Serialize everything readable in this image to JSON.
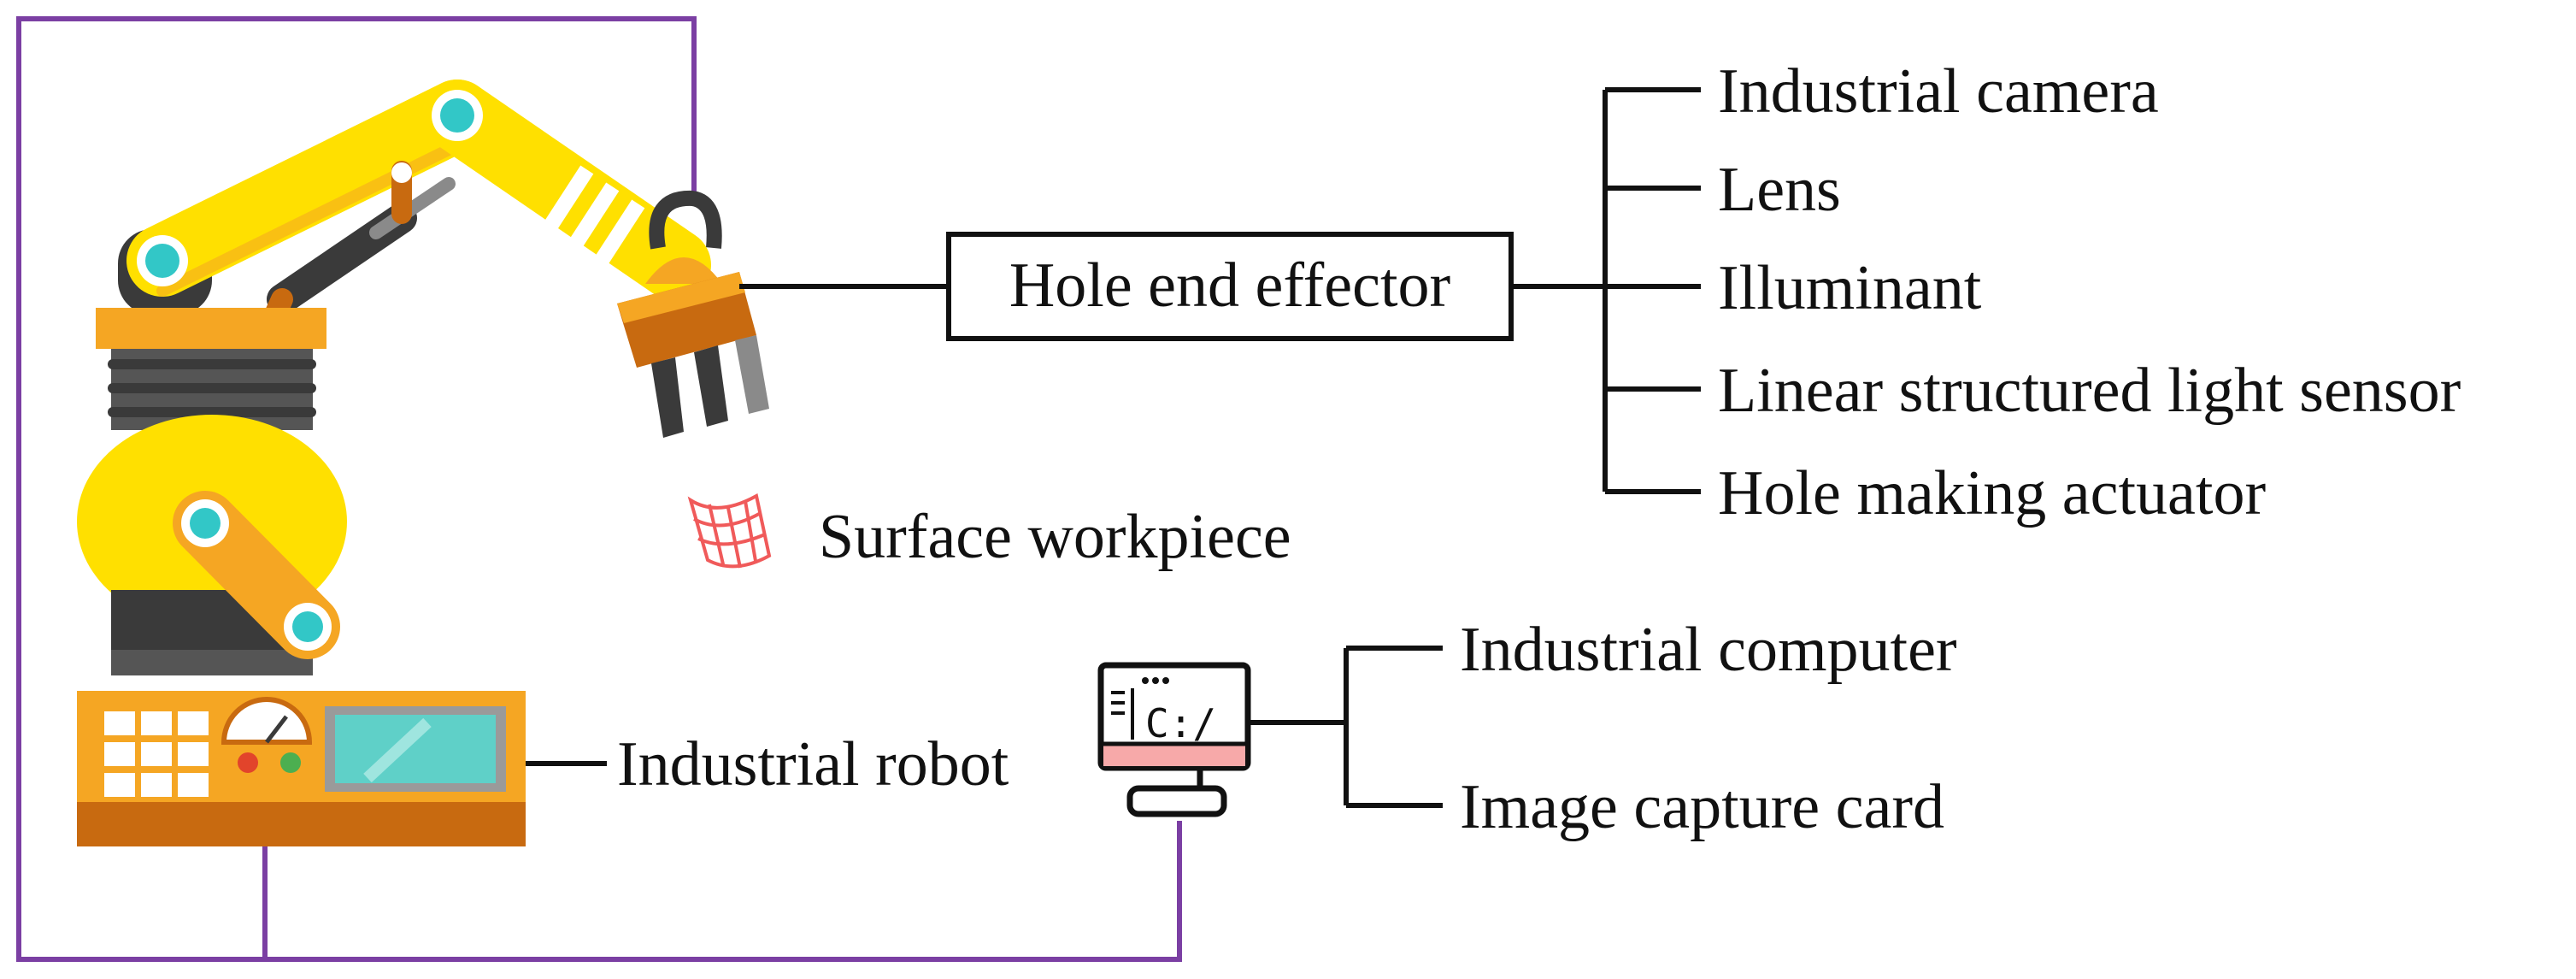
{
  "diagram": {
    "effector": {
      "label": "Hole end effector",
      "components": [
        "Industrial camera",
        "Lens",
        "Illuminant",
        "Linear structured light sensor",
        "Hole making actuator"
      ]
    },
    "workpiece": {
      "label": "Surface workpiece"
    },
    "robot": {
      "label": "Industrial robot"
    },
    "computer": {
      "screen_text": "C:/",
      "components": [
        "Industrial computer",
        "Image capture card"
      ]
    },
    "colors": {
      "wire": "#7b3fa3",
      "line": "#111111",
      "robot_yellow": "#ffe000",
      "robot_orange": "#f5a623",
      "robot_dark_orange": "#c86a10",
      "robot_gray": "#3a3a3a",
      "joint_cyan": "#32c7c7",
      "panel_screen": "#5fd0c8",
      "workpiece_red": "#f05a5a",
      "monitor_pink": "#f7a9a9"
    }
  }
}
